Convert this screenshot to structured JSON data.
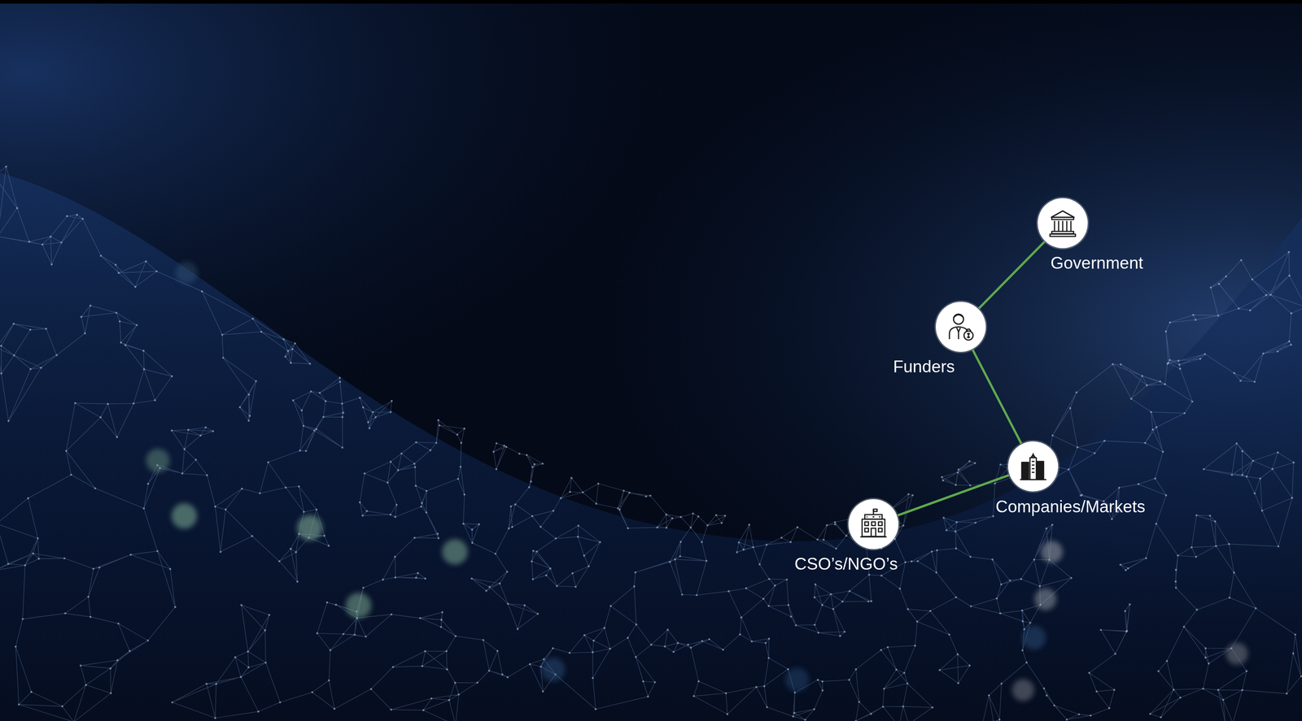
{
  "diagram": {
    "nodes": [
      {
        "text": [
          "Government"
        ]
      },
      {
        "text": [
          "Funders"
        ]
      },
      {
        "text": [
          "Companies/Markets"
        ]
      },
      {
        "text": [
          "CSO’s/NGO’s"
        ]
      }
    ],
    "edges": [
      {
        "from": 0,
        "to": 1,
        "arrow": "none"
      },
      {
        "from": 1,
        "to": 2,
        "arrow": "none"
      },
      {
        "from": 2,
        "to": 3,
        "arrow": "none"
      }
    ]
  }
}
